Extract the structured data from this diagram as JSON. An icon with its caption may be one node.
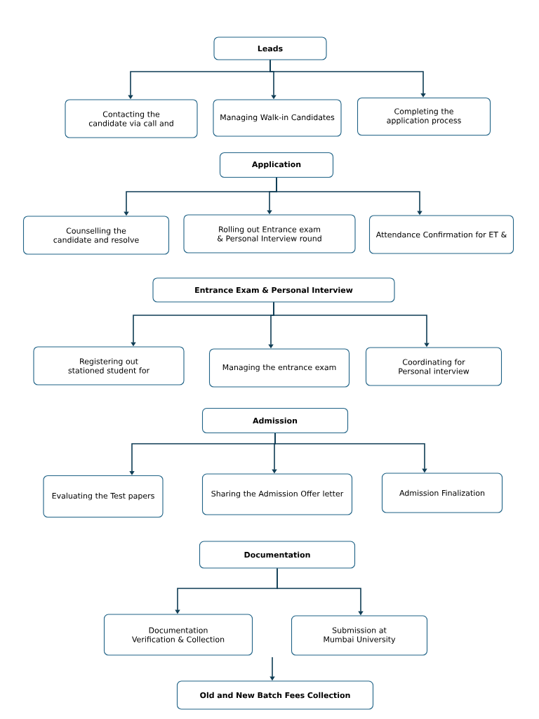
{
  "diagram": {
    "nodes": [
      {
        "text": [
          "Leads"
        ]
      },
      {
        "text": [
          "Contacting the candidate via call and"
        ]
      },
      {
        "text": [
          "Managing Walk-in Candidates"
        ]
      },
      {
        "text": [
          "Completing the application process"
        ]
      },
      {
        "text": [
          "Application"
        ]
      },
      {
        "text": [
          "Counselling the candidate and resolve"
        ]
      },
      {
        "text": [
          "Rolling out Entrance exam & Personal Interview round"
        ]
      },
      {
        "text": [
          "Attendance Confirmation for ET &"
        ]
      },
      {
        "text": [
          "Entrance Exam & Personal Interview"
        ]
      },
      {
        "text": [
          "Registering out stationed student for"
        ]
      },
      {
        "text": [
          "Managing the entrance exam"
        ]
      },
      {
        "text": [
          "Coordinating for Personal interview"
        ]
      },
      {
        "text": [
          "Admission"
        ]
      },
      {
        "text": [
          "Evaluating the Test papers"
        ]
      },
      {
        "text": [
          "Sharing the Admission Offer letter"
        ]
      },
      {
        "text": [
          "Admission Finalization"
        ]
      },
      {
        "text": [
          "Documentation"
        ]
      },
      {
        "text": [
          "Documentation Verification & Collection"
        ]
      },
      {
        "text": [
          "Submission at Mumbai University"
        ]
      },
      {
        "text": [
          "Old and New Batch Fees Collection"
        ]
      }
    ],
    "edges": [
      {
        "from": 0,
        "to": 1,
        "arrow": "to"
      },
      {
        "from": 0,
        "to": 2,
        "arrow": "to"
      },
      {
        "from": 0,
        "to": 3,
        "arrow": "to"
      },
      {
        "from": 4,
        "to": 5,
        "arrow": "to"
      },
      {
        "from": 4,
        "to": 6,
        "arrow": "to"
      },
      {
        "from": 4,
        "to": 7,
        "arrow": "to"
      },
      {
        "from": 8,
        "to": 9,
        "arrow": "to"
      },
      {
        "from": 8,
        "to": 10,
        "arrow": "to"
      },
      {
        "from": 8,
        "to": 11,
        "arrow": "to"
      },
      {
        "from": 12,
        "to": 13,
        "arrow": "to"
      },
      {
        "from": 12,
        "to": 14,
        "arrow": "to"
      },
      {
        "from": 12,
        "to": 15,
        "arrow": "to"
      },
      {
        "from": 16,
        "to": 17,
        "arrow": "to"
      },
      {
        "from": 16,
        "to": 18,
        "arrow": "to"
      },
      {
        "from": null,
        "to": 19,
        "arrow": "to"
      }
    ]
  }
}
